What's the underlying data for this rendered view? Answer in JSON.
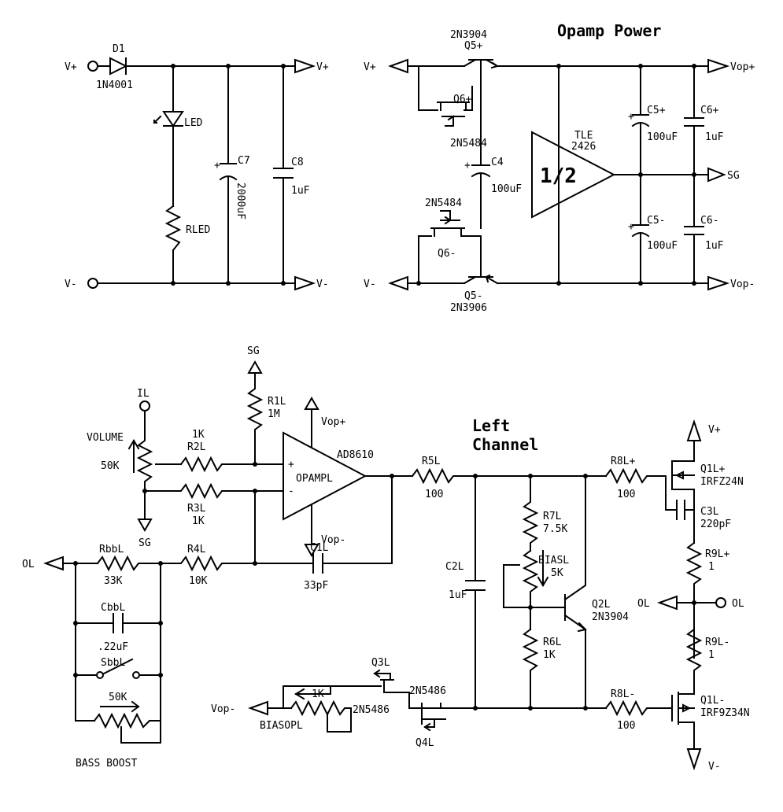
{
  "titles": {
    "opamp_power": "Opamp Power",
    "left_channel_line1": "Left",
    "left_channel_line2": "Channel"
  },
  "power_supply": {
    "vin_pos": "V+",
    "vin_neg": "V-",
    "d1_ref": "D1",
    "d1_part": "1N4001",
    "led": "LED",
    "rled": "RLED",
    "c7_ref": "C7",
    "c7_val": "2000uF",
    "c8_ref": "C8",
    "c8_val": "1uF",
    "out_pos": "V+",
    "out_neg": "V-",
    "plus_sign": "+"
  },
  "opamp_power": {
    "vplus": "V+",
    "vminus": "V-",
    "q5p_part": "2N3904",
    "q5p_ref": "Q5+",
    "q6p_ref": "Q6+",
    "q6p_part": "2N5484",
    "c4_ref": "C4",
    "c4_val": "100uF",
    "q6m_part": "2N5484",
    "q6m_ref": "Q6-",
    "q5m_ref": "Q5-",
    "q5m_part": "2N3906",
    "tle_line1": "TLE",
    "tle_line2": "2426",
    "buffer_label": "1/2",
    "c5p_ref": "C5+",
    "c5p_val": "100uF",
    "c6p_ref": "C6+",
    "c6p_val": "1uF",
    "c5m_ref": "C5-",
    "c5m_val": "100uF",
    "c6m_ref": "C6-",
    "c6m_val": "1uF",
    "vop_pos": "Vop+",
    "vop_neg": "Vop-",
    "sg": "SG",
    "plus_sign": "+"
  },
  "left_channel": {
    "sg_top": "SG",
    "r1l_ref": "R1L",
    "r1l_val": "1M",
    "il": "IL",
    "volume": "VOLUME",
    "vol_val": "50K",
    "r2l_val": "1K",
    "r2l_ref": "R2L",
    "r3l_ref": "R3L",
    "r3l_val": "1K",
    "sg_bottom": "SG",
    "opamp_ref": "OPAMPL",
    "opamp_part": "AD8610",
    "vop_pos": "Vop+",
    "vop_neg": "Vop-",
    "in_plus": "+",
    "in_minus": "-",
    "ol_left": "OL",
    "rbbl_ref": "RbbL",
    "rbbl_val": "33K",
    "cbbl_ref": "CbbL",
    "cbbl_val": ".22uF",
    "sbbl_ref": "SbbL",
    "bb_pot_val": "50K",
    "bass_boost": "BASS BOOST",
    "r4l_ref": "R4L",
    "r4l_val": "10K",
    "c1l_ref": "C1L",
    "c1l_val": "33pF",
    "r5l_ref": "R5L",
    "r5l_val": "100",
    "c2l_ref": "C2L",
    "c2l_val": "1uF",
    "r7l_ref": "R7L",
    "r7l_val": "7.5K",
    "biasl": "BIASL",
    "biasl_val": "5K",
    "q2l_ref": "Q2L",
    "q2l_part": "2N3904",
    "r6l_ref": "R6L",
    "r6l_val": "1K",
    "r8lp_ref": "R8L+",
    "r8lp_val": "100",
    "q1lp_ref": "Q1L+",
    "q1lp_part": "IRFZ24N",
    "c3l_ref": "C3L",
    "c3l_val": "220pF",
    "r9lp_ref": "R9L+",
    "r9lp_val": "1",
    "ol_mid": "OL",
    "ol_right": "OL",
    "r9lm_ref": "R9L-",
    "r9lm_val": "1",
    "r8lm_ref": "R8L-",
    "r8lm_val": "100",
    "q1lm_ref": "Q1L-",
    "q1lm_part": "IRF9Z34N",
    "vplus": "V+",
    "vminus": "V-",
    "q3l_ref": "Q3L",
    "pot_1k": "1K",
    "q3l_part": "2N5486",
    "q4l_part": "2N5486",
    "q4l_ref": "Q4L",
    "biasopl": "BIASOPL",
    "vop_neg_left": "Vop-"
  }
}
